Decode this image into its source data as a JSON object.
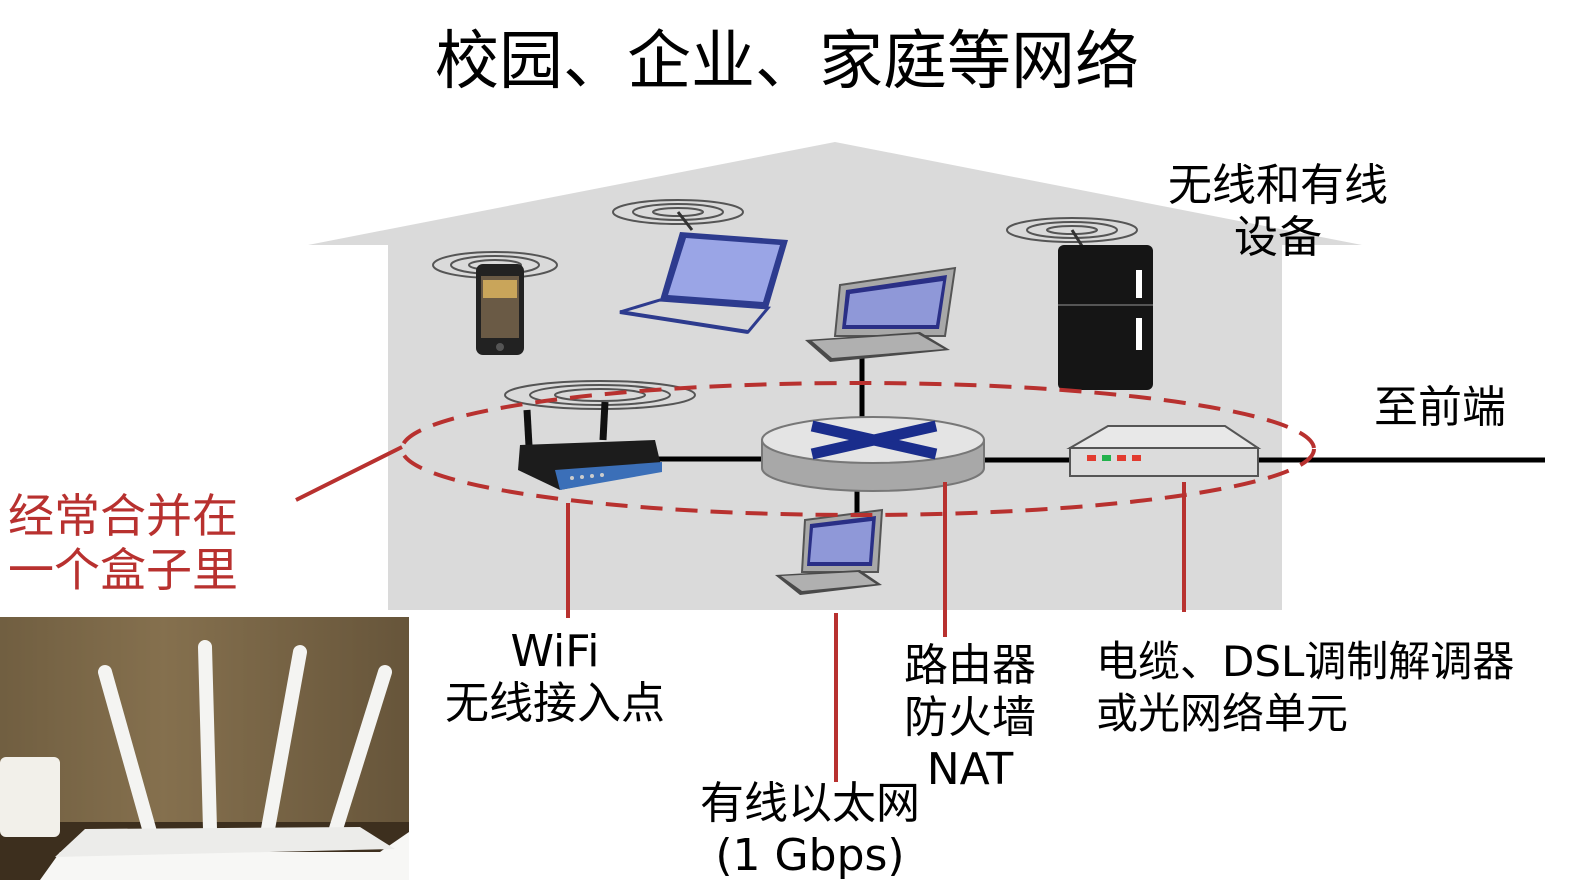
{
  "title": "校园、企业、家庭等网络",
  "labels": {
    "devices": [
      "无线和有线",
      "设备"
    ],
    "upstream": "至前端",
    "combined": [
      "经常合并在",
      "一个盒子里"
    ],
    "wifi": [
      "WiFi",
      "无线接入点"
    ],
    "router": [
      "路由器",
      "防火墙",
      "NAT"
    ],
    "modem": [
      "电缆、DSL调制解调器",
      "或光网络单元"
    ],
    "ethernet": [
      "有线以太网",
      "(1 Gbps)"
    ]
  },
  "colors": {
    "house": "#dadada",
    "accent_red": "#b8312f",
    "cable": "#000000",
    "router_x": "#1a2d8c"
  },
  "icons": [
    "smartphone-icon",
    "laptop-icon",
    "desktop-computer-icon",
    "refrigerator-icon",
    "wifi-router-icon",
    "router-icon",
    "modem-icon",
    "desktop-computer-icon",
    "router-photo"
  ]
}
